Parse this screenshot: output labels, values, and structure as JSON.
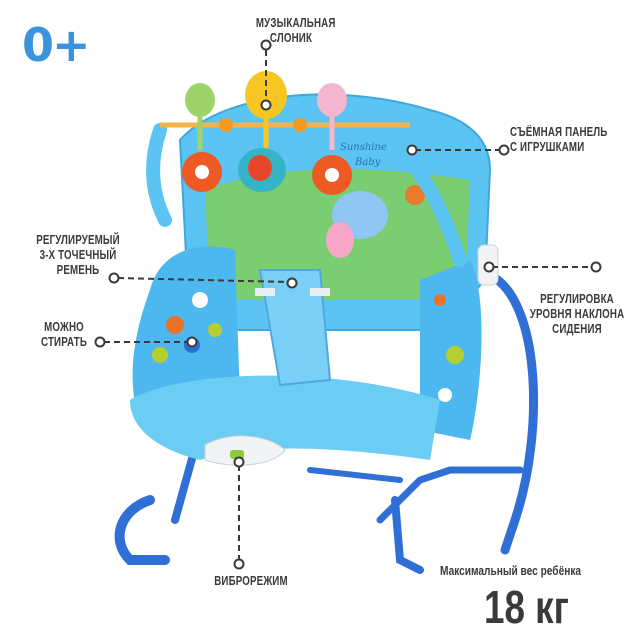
{
  "badge": {
    "age": "0+"
  },
  "callouts": [
    {
      "id": "music-elephant",
      "lines": [
        "Музыкальная",
        "слоник"
      ]
    },
    {
      "id": "removable-toy-bar",
      "lines": [
        "Съёмная панель",
        "с игрушками"
      ]
    },
    {
      "id": "harness",
      "lines": [
        "Регулируемый",
        "3-х точечный",
        "ремень"
      ]
    },
    {
      "id": "recline",
      "lines": [
        "Регулировка",
        "уровня наклона",
        "сидения"
      ]
    },
    {
      "id": "washable",
      "lines": [
        "Можно",
        "стирать"
      ]
    },
    {
      "id": "vibration",
      "lines": [
        "Виброрежим"
      ]
    }
  ],
  "weight": {
    "title": "Максимальный вес ребёнка",
    "value": "18 кг"
  },
  "product": {
    "fabric_print": [
      "Sunshine",
      "Baby"
    ]
  },
  "colors": {
    "accent_blue": "#3b93dd",
    "frame_blue": "#2f6fd6",
    "fabric_blue": "#5cc4f2",
    "text": "#3a3a3a"
  }
}
